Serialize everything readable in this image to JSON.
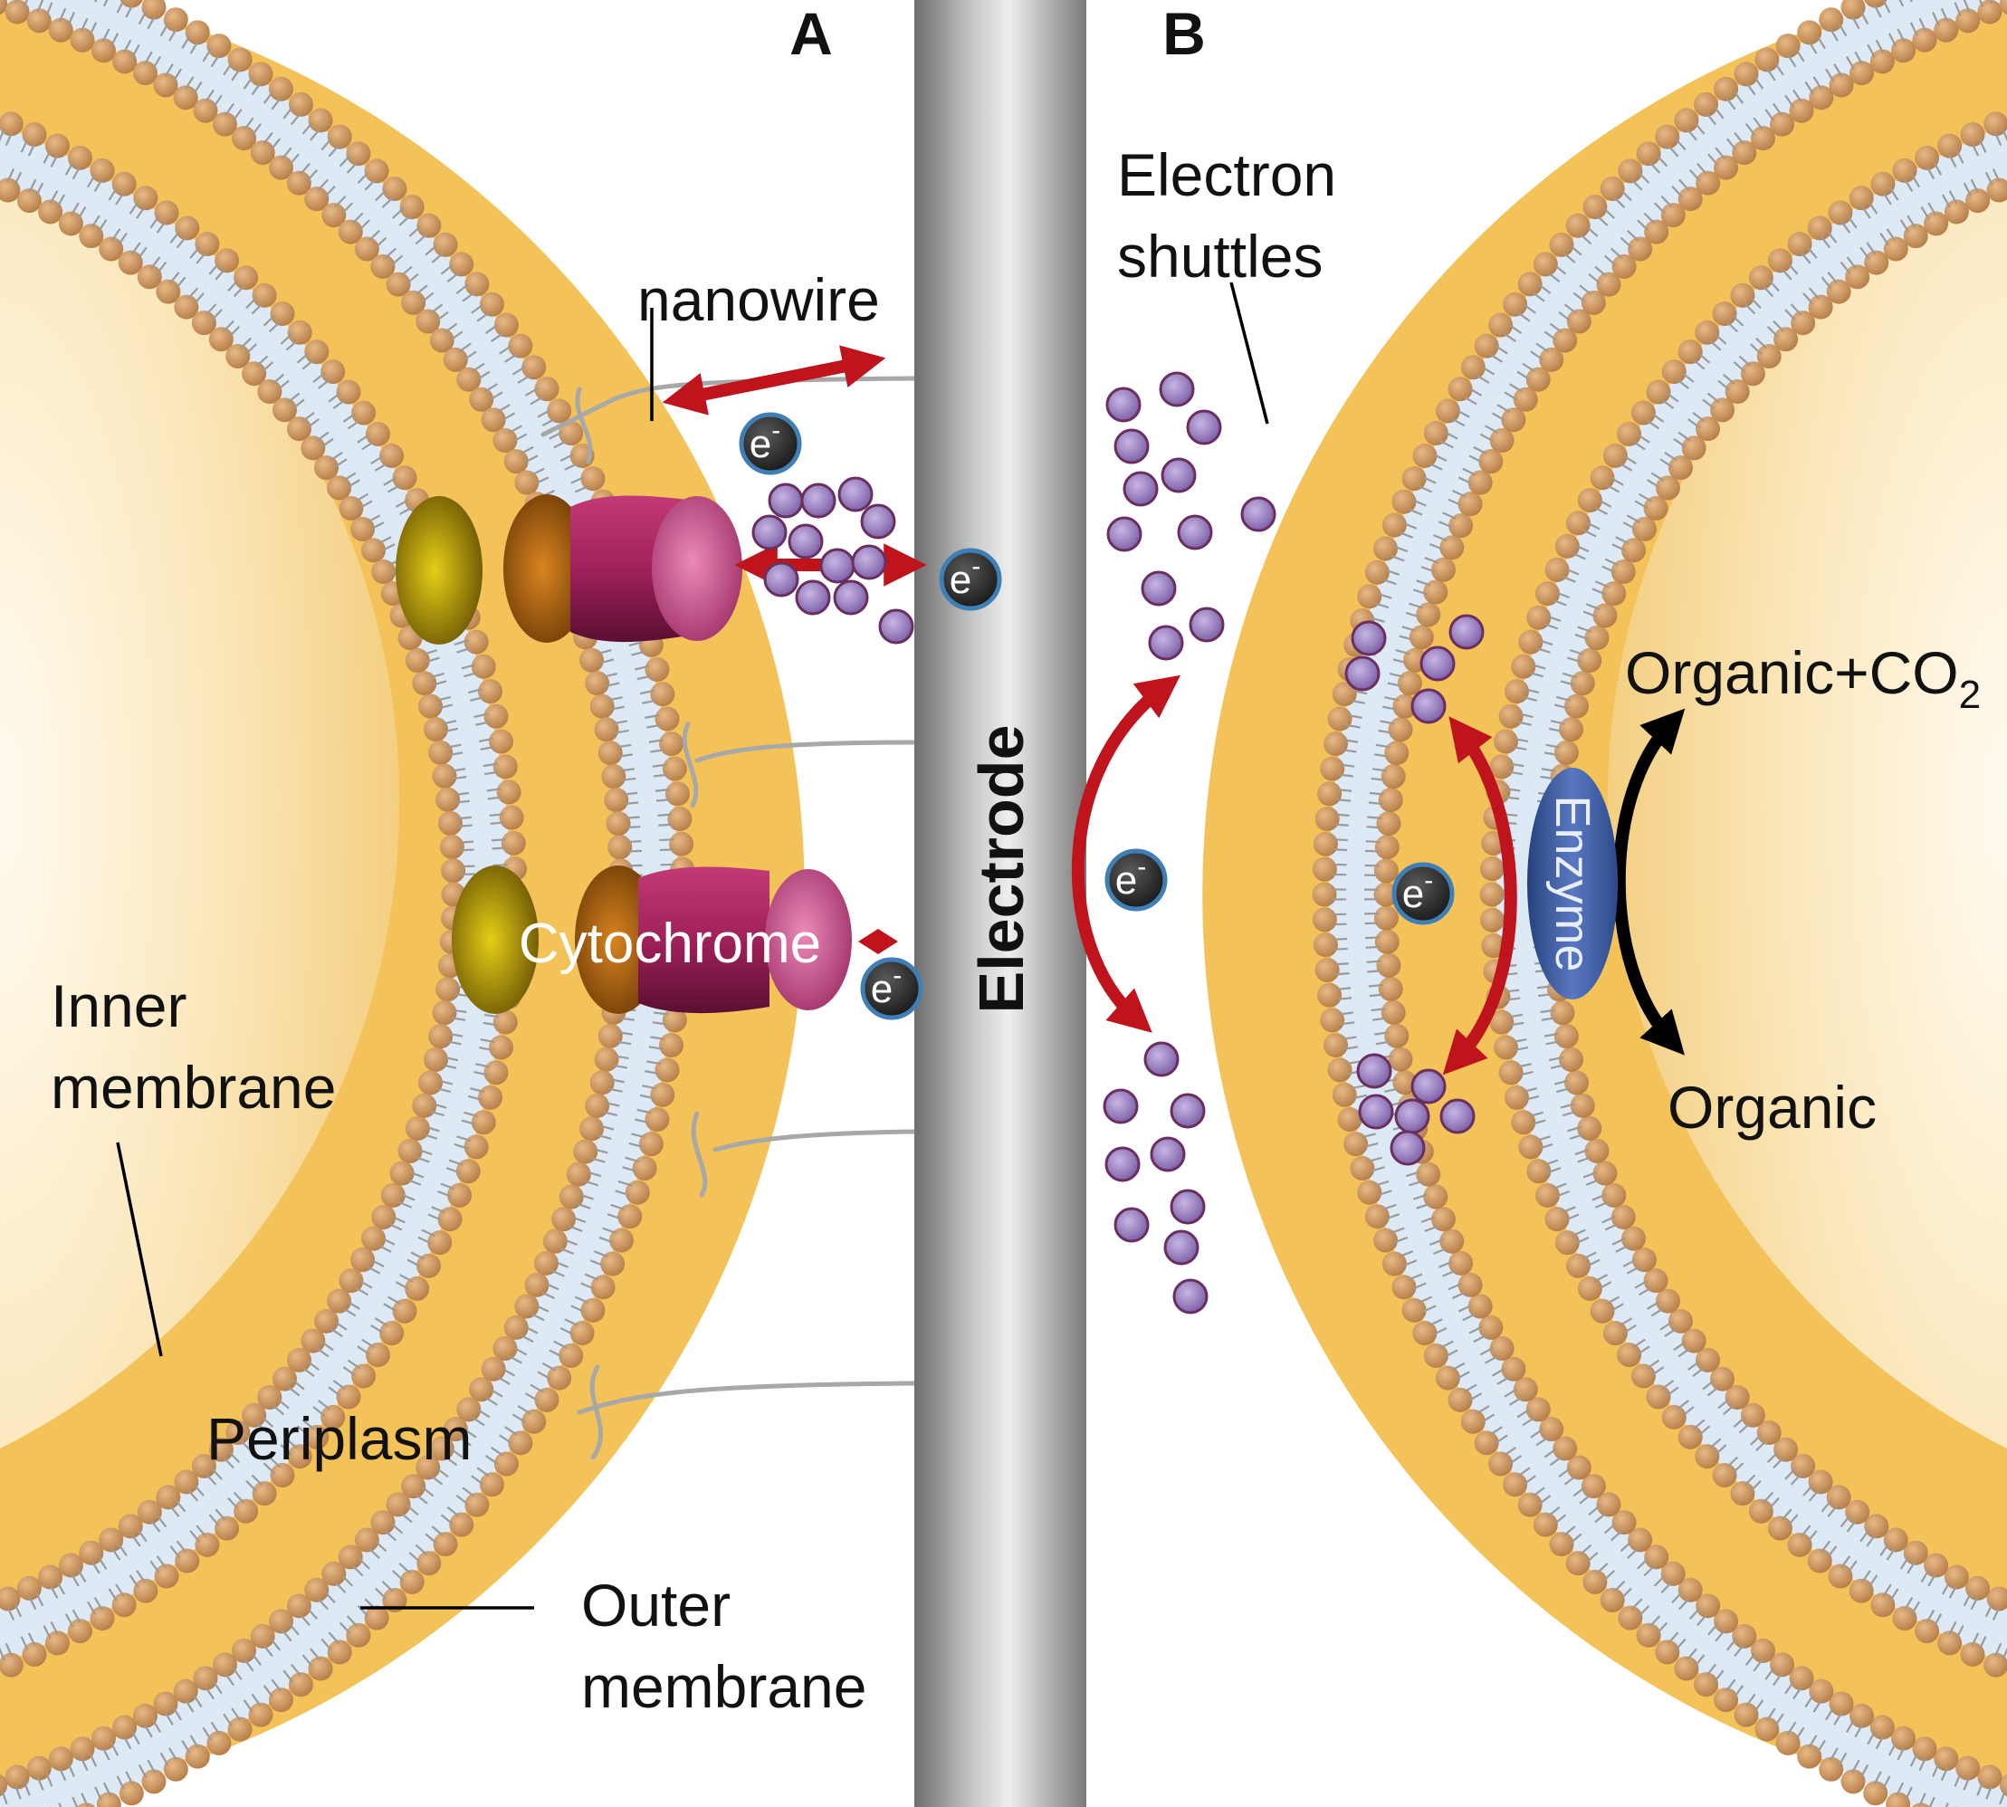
{
  "panels": {
    "a": "A",
    "b": "B"
  },
  "electrode_label": "Electrode",
  "labels": {
    "nanowire": "nanowire",
    "cytochrome": "Cytochrome",
    "inner_membrane": [
      "Inner",
      "membrane"
    ],
    "periplasm": "Periplasm",
    "outer_membrane": [
      "Outer",
      "membrane"
    ],
    "electron_shuttles": [
      "Electron",
      "shuttles"
    ],
    "enzyme": "Enzyme",
    "organic_co2": "Organic+CO",
    "co2_subscript": "2",
    "organic": "Organic"
  },
  "electron_symbol": "e",
  "electron_superscript": "-",
  "colors": {
    "membrane_head": "#c9935c",
    "membrane_tail": "#dce9f6",
    "periplasm": "#f2c45a",
    "cytoplasm": "#fdf3df",
    "arrow_red": "#c0141c",
    "shuttle": "#9d86c0",
    "enzyme": "#3f5fa8"
  }
}
